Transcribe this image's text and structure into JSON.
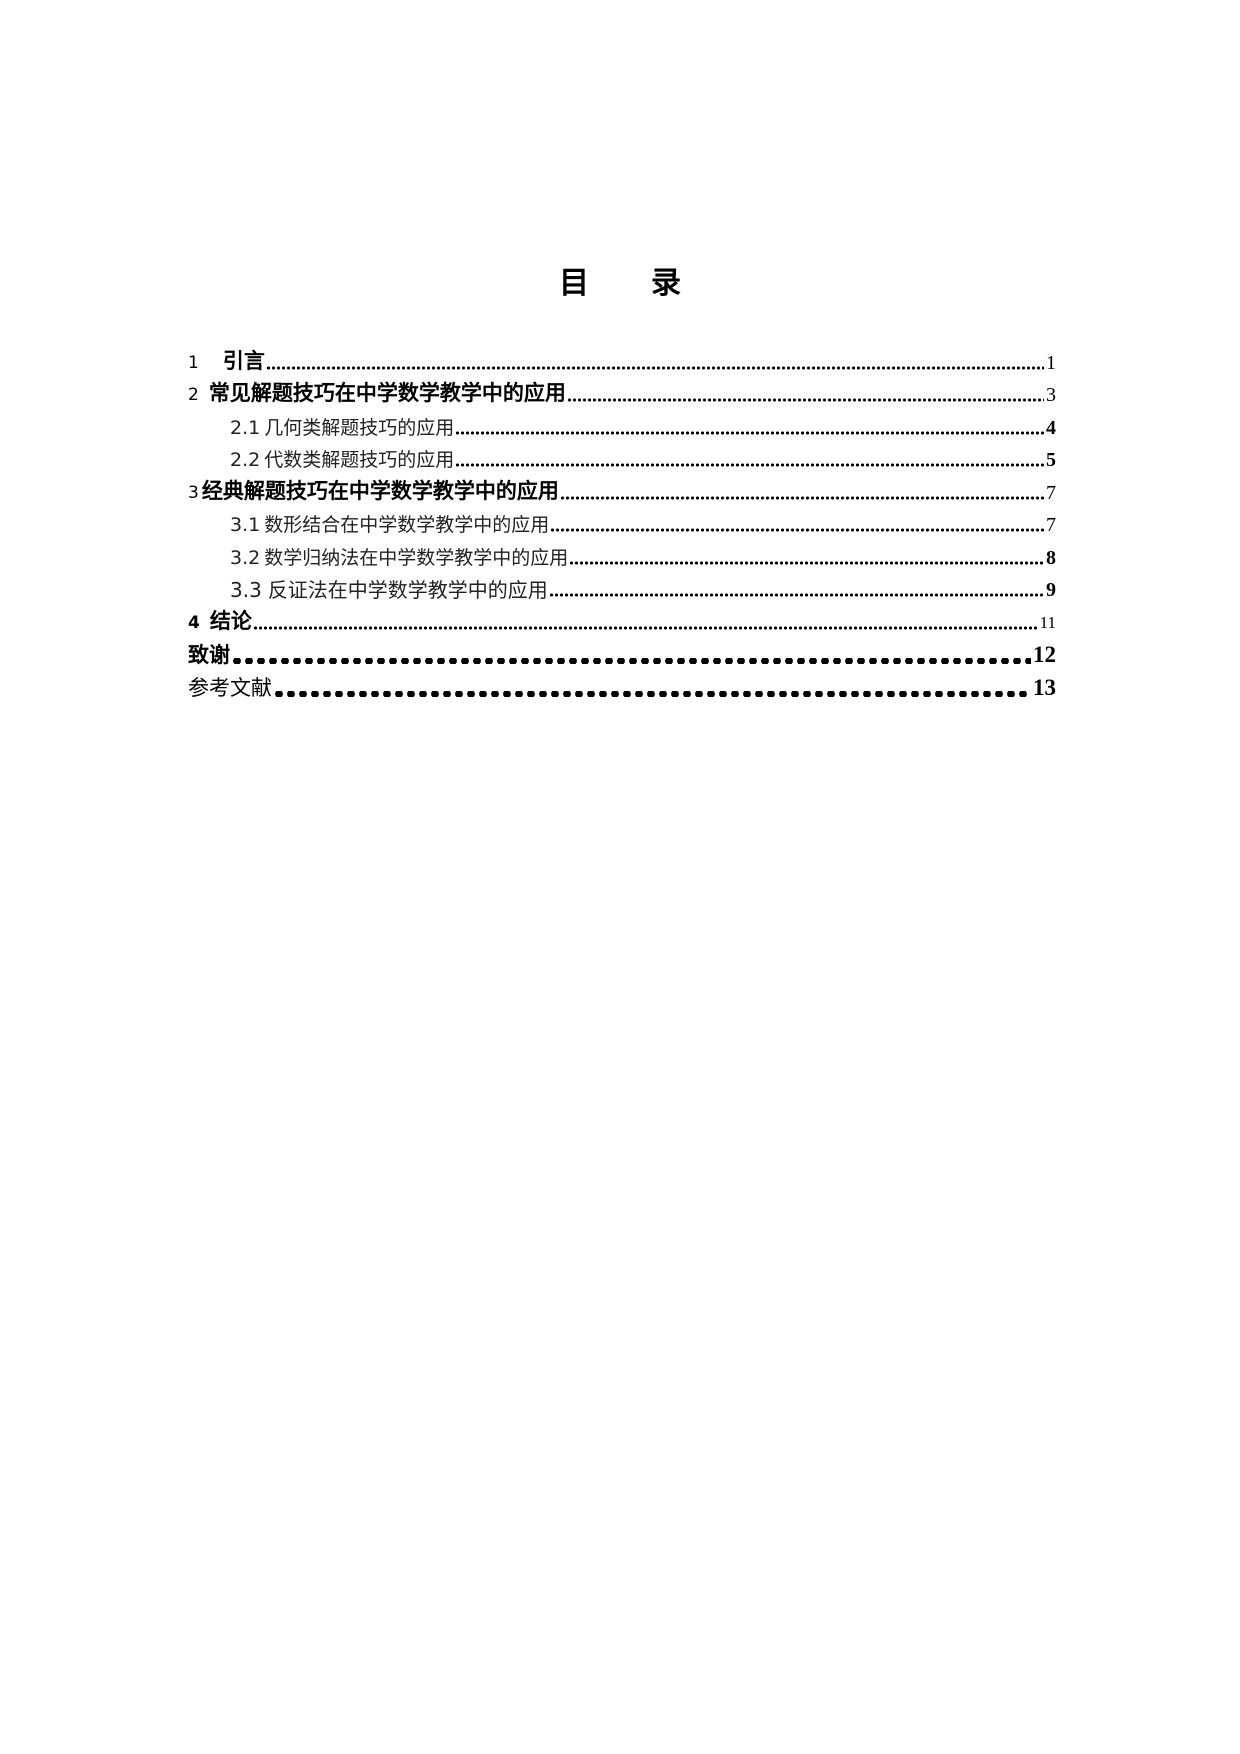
{
  "document": {
    "title_chars": [
      "目",
      "录"
    ],
    "toc": [
      {
        "number": "1",
        "title": "引言",
        "page": "1",
        "level": 1
      },
      {
        "number": "2",
        "title": "常见解题技巧在中学数学教学中的应用",
        "page": "3",
        "level": 1
      },
      {
        "number": "2.1",
        "title": "几何类解题技巧的应用",
        "page": "4",
        "level": 2
      },
      {
        "number": "2.2",
        "title": "代数类解题技巧的应用",
        "page": "5",
        "level": 2
      },
      {
        "number": "3",
        "title": "经典解题技巧在中学数学教学中的应用",
        "page": "7",
        "level": 1
      },
      {
        "number": "3.1",
        "title": "数形结合在中学数学教学中的应用",
        "page": "7",
        "level": 2
      },
      {
        "number": "3.2",
        "title": "数学归纳法在中学数学教学中的应用",
        "page": "8",
        "level": 2
      },
      {
        "number": "3.3",
        "title": "反证法在中学数学教学中的应用",
        "page": "9",
        "level": 2
      },
      {
        "number": "4",
        "title": "结论",
        "page": "11",
        "level": 1
      },
      {
        "number": "",
        "title": "致谢",
        "page": "12",
        "level": 1
      },
      {
        "number": "",
        "title": "参考文献",
        "page": "13",
        "level": 1
      }
    ]
  }
}
